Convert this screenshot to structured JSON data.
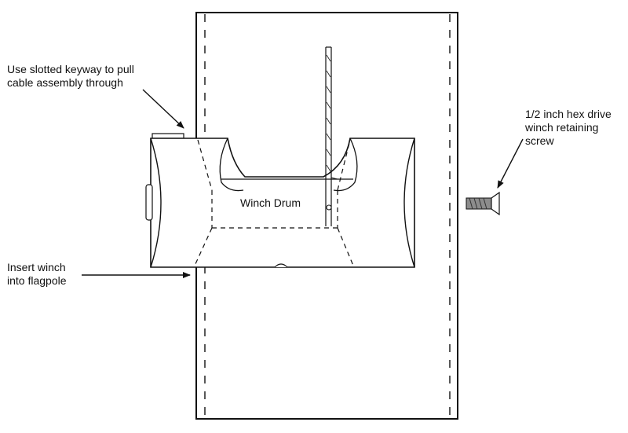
{
  "labels": {
    "keyway": [
      "Use slotted keyway to pull",
      "cable assembly through"
    ],
    "insert": [
      "Insert winch",
      "into flagpole"
    ],
    "screw": [
      "1/2 inch hex drive",
      "winch retaining",
      "screw"
    ],
    "drum": "Winch Drum"
  },
  "colors": {
    "stroke": "#111111",
    "background": "#ffffff"
  }
}
